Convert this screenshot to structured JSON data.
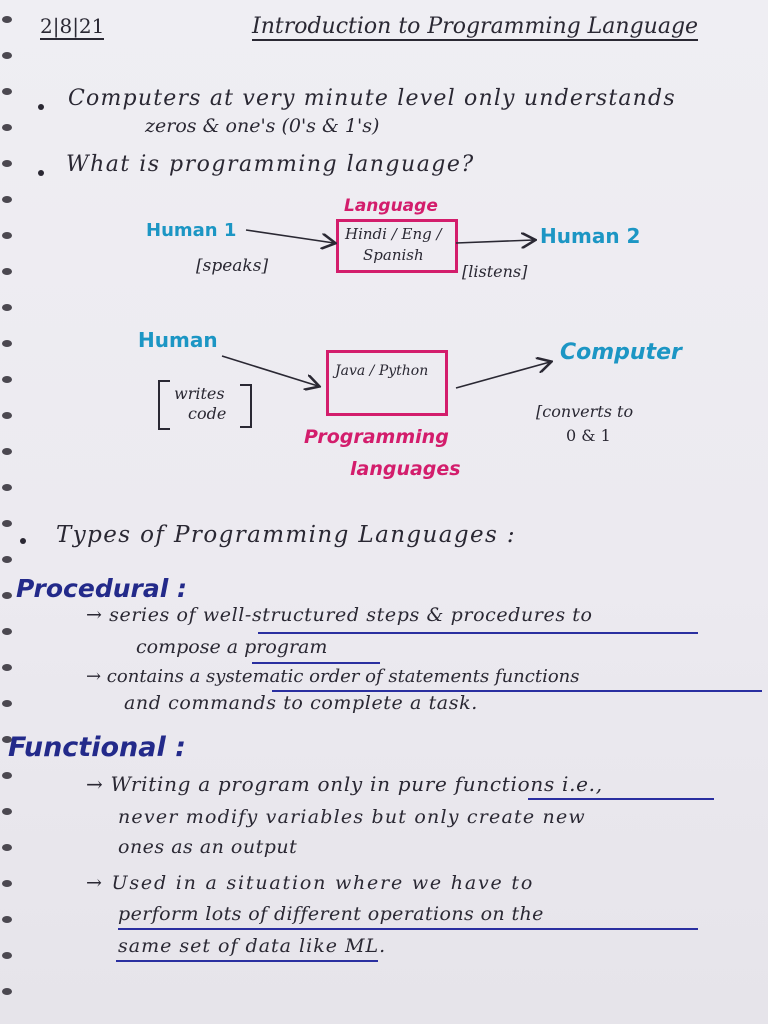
{
  "header": {
    "date": "2|8|21",
    "title": "Introduction to Programming Language"
  },
  "intro": {
    "bullet1_line1": "Computers at very minute level only understands",
    "bullet1_line2": "zeros & one's (0's & 1's)",
    "bullet2": "What is programming language?"
  },
  "diagram1": {
    "box_title": "Language",
    "box_text_line1": "Hindi / Eng /",
    "box_text_line2": "Spanish",
    "left_label": "Human 1",
    "left_note": "[speaks]",
    "right_label": "Human 2",
    "right_note": "[listens]"
  },
  "diagram2": {
    "left_label": "Human",
    "left_note_line1": "writes",
    "left_note_line2": "code",
    "box_text": "Java / Python",
    "box_caption_line1": "Programming",
    "box_caption_line2": "languages",
    "right_label": "Computer",
    "right_note_line1": "[converts to",
    "right_note_line2": "0 & 1"
  },
  "types": {
    "heading": "Types of Programming Languages :",
    "procedural": {
      "title": "Procedural :",
      "point1_line1": "→ series of well-structured steps & procedures to",
      "point1_line2": "compose a program",
      "point2_line1": "→ contains a systematic order of statements functions",
      "point2_line2": "and commands to complete a task."
    },
    "functional": {
      "title": "Functional :",
      "point1_line1": "→ Writing a program only in pure functions i.e.,",
      "point1_line2": "never modify variables but only create new",
      "point1_line3": "ones as an output",
      "point2_line1": "→ Used in a situation where we have to",
      "point2_line2": "perform lots of different operations on the",
      "point2_line3": "same set of data like ML."
    }
  },
  "colors": {
    "ink": "#2a2833",
    "cyan": "#1c96c4",
    "magenta": "#d31d6c",
    "navy": "#232a8a",
    "underline_blue": "#2a2fa0"
  }
}
